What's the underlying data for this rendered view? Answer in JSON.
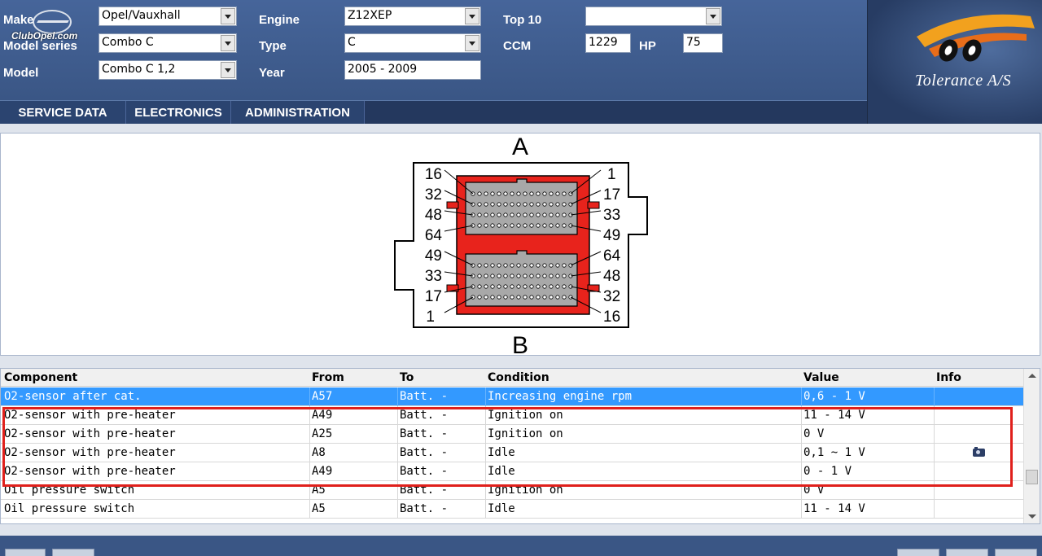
{
  "header": {
    "logo_text": "ClubOpel.com",
    "make": {
      "label": "Make",
      "value": "Opel/Vauxhall"
    },
    "model_series": {
      "label": "Model series",
      "value": "Combo C"
    },
    "model": {
      "label": "Model",
      "value": "Combo C 1,2"
    },
    "engine": {
      "label": "Engine",
      "value": "Z12XEP"
    },
    "type": {
      "label": "Type",
      "value": "C"
    },
    "year": {
      "label": "Year",
      "value": "2005 - 2009"
    },
    "top10": {
      "label": "Top 10",
      "value": ""
    },
    "ccm": {
      "label": "CCM",
      "value": "1229"
    },
    "hp": {
      "label": "HP",
      "value": "75"
    },
    "brand": "Tolerance A/S"
  },
  "menu": [
    {
      "label": "SERVICE DATA"
    },
    {
      "label": "ELECTRONICS"
    },
    {
      "label": "ADMINISTRATION"
    }
  ],
  "diagram": {
    "connector_a": "A",
    "connector_b": "B",
    "pins_top_left": [
      "16",
      "32",
      "48",
      "64"
    ],
    "pins_top_right": [
      "1",
      "17",
      "33",
      "49"
    ],
    "pins_bottom_left": [
      "49",
      "33",
      "17",
      "1"
    ],
    "pins_bottom_right": [
      "64",
      "48",
      "32",
      "16"
    ],
    "colors": {
      "connector": "#e8231c",
      "pin_field": "#a8a8a8"
    }
  },
  "table": {
    "columns": {
      "component": "Component",
      "from": "From",
      "to": "To",
      "condition": "Condition",
      "value": "Value",
      "info": "Info"
    },
    "rows": [
      {
        "component": "O2-sensor after cat.",
        "from": "A57",
        "to": "Batt. -",
        "condition": "Increasing engine rpm",
        "value": "0,6 - 1 V",
        "selected": true
      },
      {
        "component": "O2-sensor with pre-heater",
        "from": "A49",
        "to": "Batt. -",
        "condition": "Ignition on",
        "value": "11 - 14 V"
      },
      {
        "component": "O2-sensor with pre-heater",
        "from": "A25",
        "to": "Batt. -",
        "condition": "Ignition on",
        "value": "0 V"
      },
      {
        "component": "O2-sensor with pre-heater",
        "from": "A8",
        "to": "Batt. -",
        "condition": "Idle",
        "value": "0,1 ~ 1 V",
        "info_icon": "camera-icon"
      },
      {
        "component": "O2-sensor with pre-heater",
        "from": "A49",
        "to": "Batt. -",
        "condition": "Idle",
        "value": "0 - 1 V"
      },
      {
        "component": "Oil pressure switch",
        "from": "A5",
        "to": "Batt. -",
        "condition": "Ignition on",
        "value": "0 V"
      },
      {
        "component": "Oil pressure switch",
        "from": "A5",
        "to": "Batt. -",
        "condition": "Idle",
        "value": "11 - 14 V"
      }
    ],
    "highlight_color": "#e0201c",
    "selected_color": "#3399ff"
  }
}
